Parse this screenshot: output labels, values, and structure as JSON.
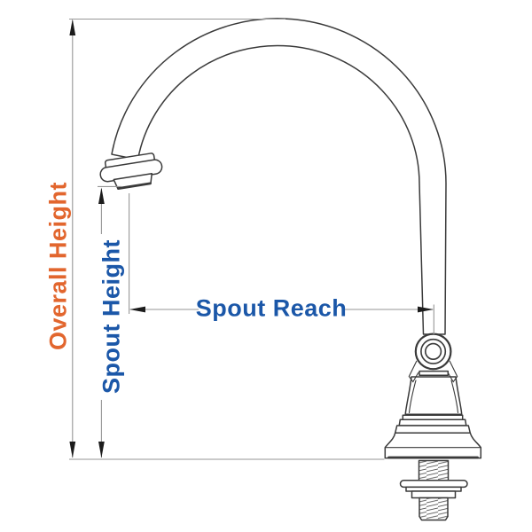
{
  "figure": {
    "name": "gooseneck-faucet-dimension-diagram"
  },
  "dimensions": {
    "overall_height": {
      "label": "Overall Height",
      "color": "#E2662E"
    },
    "spout_height": {
      "label": "Spout Height",
      "color": "#1B57A8"
    },
    "spout_reach": {
      "label": "Spout Reach",
      "color": "#1B57A8"
    }
  },
  "style": {
    "background": "#FFFFFF",
    "outline_color": "#3A3A3A",
    "dimension_line_color": "#969696",
    "arrow_color": "#1C1C1C"
  }
}
